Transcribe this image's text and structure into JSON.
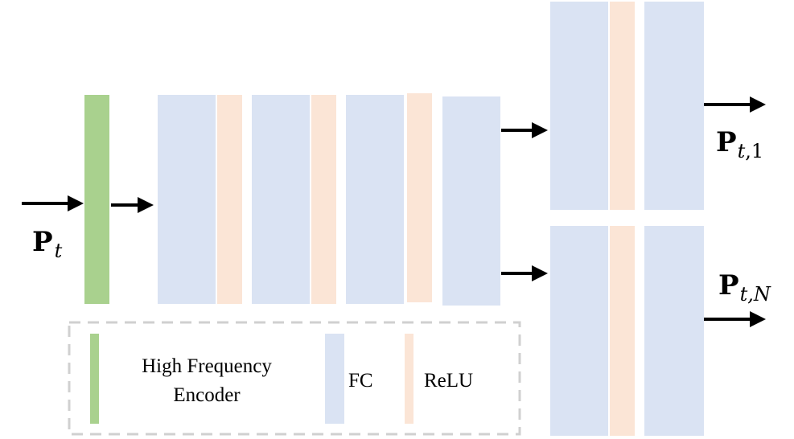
{
  "labels": {
    "input": {
      "main": "P",
      "sub": "t"
    },
    "output_1": {
      "main": "P",
      "sub_italic": "t",
      "sub_rest": ",1"
    },
    "output_n": {
      "main": "P",
      "sub_italic": "t,N"
    }
  },
  "legend": {
    "encoder_line1": "High Frequency",
    "encoder_line2": "Encoder",
    "fc": "FC",
    "relu": "ReLU"
  },
  "colors": {
    "fc": "#dae3f3",
    "relu": "#fbe5d6",
    "encoder": "#a9d18e",
    "arrow": "#000000",
    "legend_border": "#d0d0d0"
  }
}
